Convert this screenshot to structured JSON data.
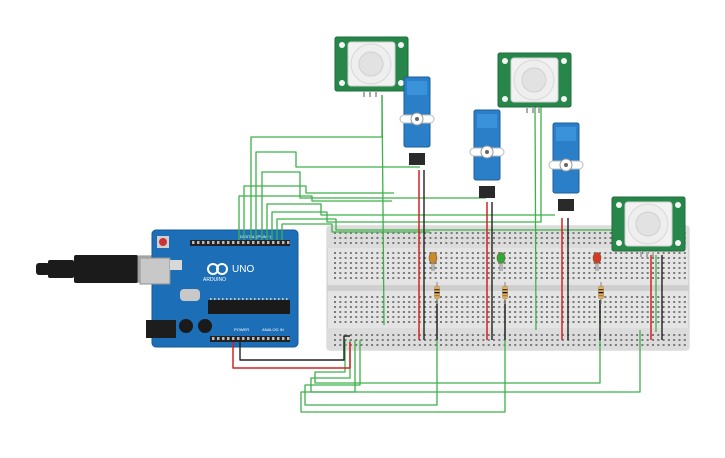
{
  "arduino": {
    "logo_text": "ARDUINO",
    "model": "UNO",
    "digital_label": "DIGITAL (PWM~)",
    "power_label": "POWER",
    "analog_label": "ANALOG IN"
  },
  "pir_sensors": [
    {
      "id": "pir-1"
    },
    {
      "id": "pir-2"
    },
    {
      "id": "pir-3"
    }
  ],
  "servos": [
    {
      "id": "servo-1"
    },
    {
      "id": "servo-2"
    },
    {
      "id": "servo-3"
    }
  ],
  "leds": [
    {
      "id": "led-1",
      "color": "#c98a2a"
    },
    {
      "id": "led-2",
      "color": "#2faa3a"
    },
    {
      "id": "led-3",
      "color": "#d23a2a"
    }
  ],
  "colors": {
    "signal_wire": "#3fb04a",
    "power_wire": "#d42222",
    "ground_wire": "#222222",
    "board_blue": "#1c6fb6",
    "pir_board": "#27874a",
    "servo_body": "#2a7fc8",
    "breadboard": "#e6e6e6"
  }
}
